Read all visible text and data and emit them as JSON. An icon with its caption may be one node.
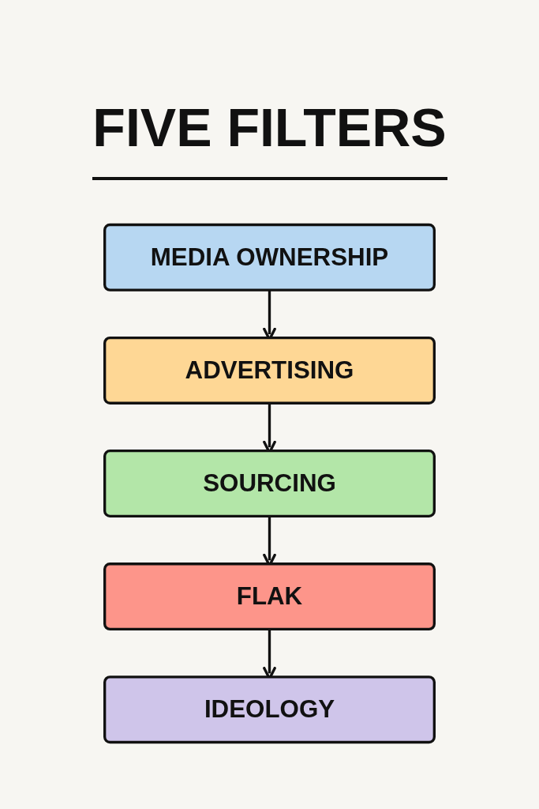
{
  "diagram": {
    "title": "FIVE FILTERS",
    "nodes": [
      {
        "text": [
          "MEDIA OWNERSHIP"
        ]
      },
      {
        "text": [
          "ADVERTISING"
        ]
      },
      {
        "text": [
          "SOURCING"
        ]
      },
      {
        "text": [
          "FLAK"
        ]
      },
      {
        "text": [
          "IDEOLOGY"
        ]
      }
    ],
    "edges": [
      {
        "from": 0,
        "to": 1,
        "arrow": "to"
      },
      {
        "from": 1,
        "to": 2,
        "arrow": "to"
      },
      {
        "from": 2,
        "to": 3,
        "arrow": "to"
      },
      {
        "from": 3,
        "to": 4,
        "arrow": "to"
      }
    ]
  }
}
